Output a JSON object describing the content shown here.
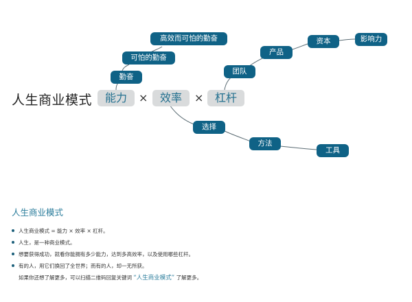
{
  "formula": {
    "title": "人生商业模式 =",
    "factors": [
      "能力",
      "效率",
      "杠杆"
    ],
    "operator": "×"
  },
  "branches": {
    "ability": [
      "勤奋",
      "可怕的勤奋",
      "高效而可怕的勤奋"
    ],
    "efficiency": [
      "选择",
      "方法",
      "工具"
    ],
    "leverage": [
      "团队",
      "产品",
      "资本",
      "影响力"
    ]
  },
  "colors": {
    "node_bg": "#0f6286",
    "factor_bg": "#d9dbdc",
    "factor_text": "#23708f",
    "accent_text": "#2a7c9b",
    "link": "#5a6b73"
  },
  "section": {
    "title": "人生商业模式",
    "bullets": [
      "人生商业模式 = 能力 × 效率 × 杠杆。",
      "人生，是一种商业模式。",
      "想要获得成功，就看你能拥有多少能力，达到多高效率，以及使用哪些杠杆。",
      "有的人，用它们换回了全世界；而有的人，却一无所获。"
    ],
    "footer_prefix": "如果你还想了解更多，可以扫描二维码回复关键词 ",
    "footer_keyword": "“人生商业模式”",
    "footer_suffix": " 了解更多。"
  }
}
